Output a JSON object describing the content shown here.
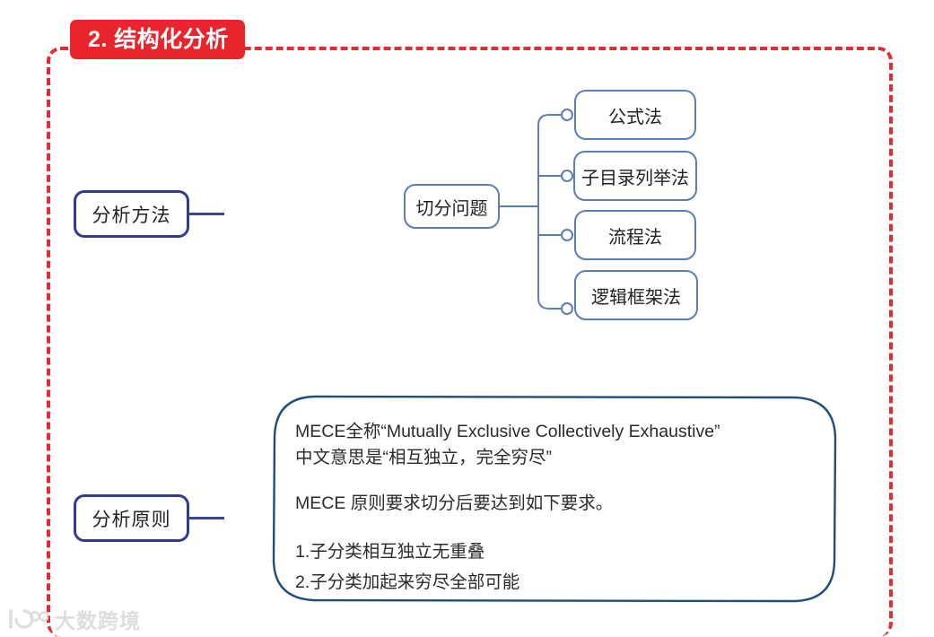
{
  "section": {
    "badge_label": "2. 结构化分析",
    "badge_color": "#e8252c",
    "frame_color": "#e22b33"
  },
  "categories": [
    {
      "id": "method",
      "label": "分析方法"
    },
    {
      "id": "principle",
      "label": "分析原则"
    }
  ],
  "mindmap": {
    "center": {
      "label": "切分问题"
    },
    "branches": [
      {
        "label": "公式法"
      },
      {
        "label": "子目录列举法"
      },
      {
        "label": "流程法"
      },
      {
        "label": "逻辑框架法"
      }
    ],
    "node_border_color": "#5b7fb4"
  },
  "mece": {
    "line1": "MECE全称“Mutually Exclusive Collectively Exhaustive”",
    "line2": "中文意思是“相互独立，完全穷尽”",
    "line3": "MECE 原则要求切分后要达到如下要求。",
    "item1": "1.子分类相互独立无重叠",
    "item2": "2.子分类加起来穷尽全部可能",
    "border_color": "#1f4e79"
  },
  "watermark": {
    "text": "大数跨境",
    "logo_name": "dashukuajing-logo",
    "color": "#dcdcdc"
  }
}
